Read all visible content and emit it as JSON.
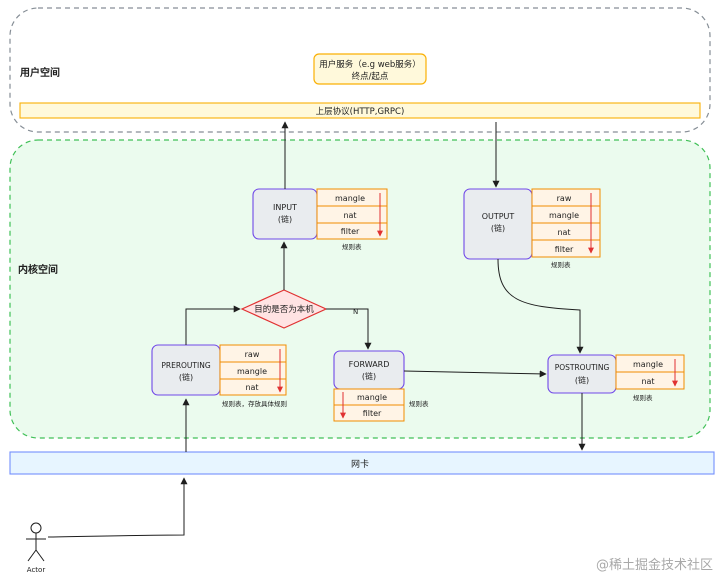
{
  "zones": {
    "user_space": "用户空间",
    "kernel_space": "内核空间"
  },
  "user_service": {
    "line1": "用户服务（e.g web服务）",
    "line2": "终点/起点"
  },
  "protocol_bar": "上层协议(HTTP,GRPC)",
  "nic_bar": "网卡",
  "actor": "Actor",
  "decision": {
    "label": "目的是否为本机",
    "no_label": "N"
  },
  "chains": {
    "input": {
      "name": "INPUT",
      "sub": "(链)",
      "tables": [
        "mangle",
        "nat",
        "filter"
      ],
      "caption": "规则表"
    },
    "output": {
      "name": "OUTPUT",
      "sub": "(链)",
      "tables": [
        "raw",
        "mangle",
        "nat",
        "filter"
      ],
      "caption": "规则表"
    },
    "prerouting": {
      "name": "PREROUTING",
      "sub": "(链)",
      "tables": [
        "raw",
        "mangle",
        "nat"
      ],
      "caption": "规则表，存放具体规则"
    },
    "forward": {
      "name": "FORWARD",
      "sub": "(链)",
      "tables": [
        "mangle",
        "filter"
      ],
      "caption": "规则表"
    },
    "postrouting": {
      "name": "POSTROUTING",
      "sub": "(链)",
      "tables": [
        "mangle",
        "nat"
      ],
      "caption": "规则表"
    }
  },
  "watermark": "@稀土掘金技术社区",
  "colors": {
    "zone_border": "#868e96",
    "kernel_fill": "#ebfbee",
    "kernel_border": "#40c057",
    "service_fill": "#fff9db",
    "service_border": "#fab005",
    "table_fill": "#fff4e6",
    "table_border": "#f08c00",
    "chain_fill": "#e9ecef",
    "chain_border": "#7048e8",
    "nic_fill": "#e7f5ff",
    "nic_border": "#748ffc",
    "decision_fill": "#ffe3e3",
    "decision_border": "#e03131"
  }
}
